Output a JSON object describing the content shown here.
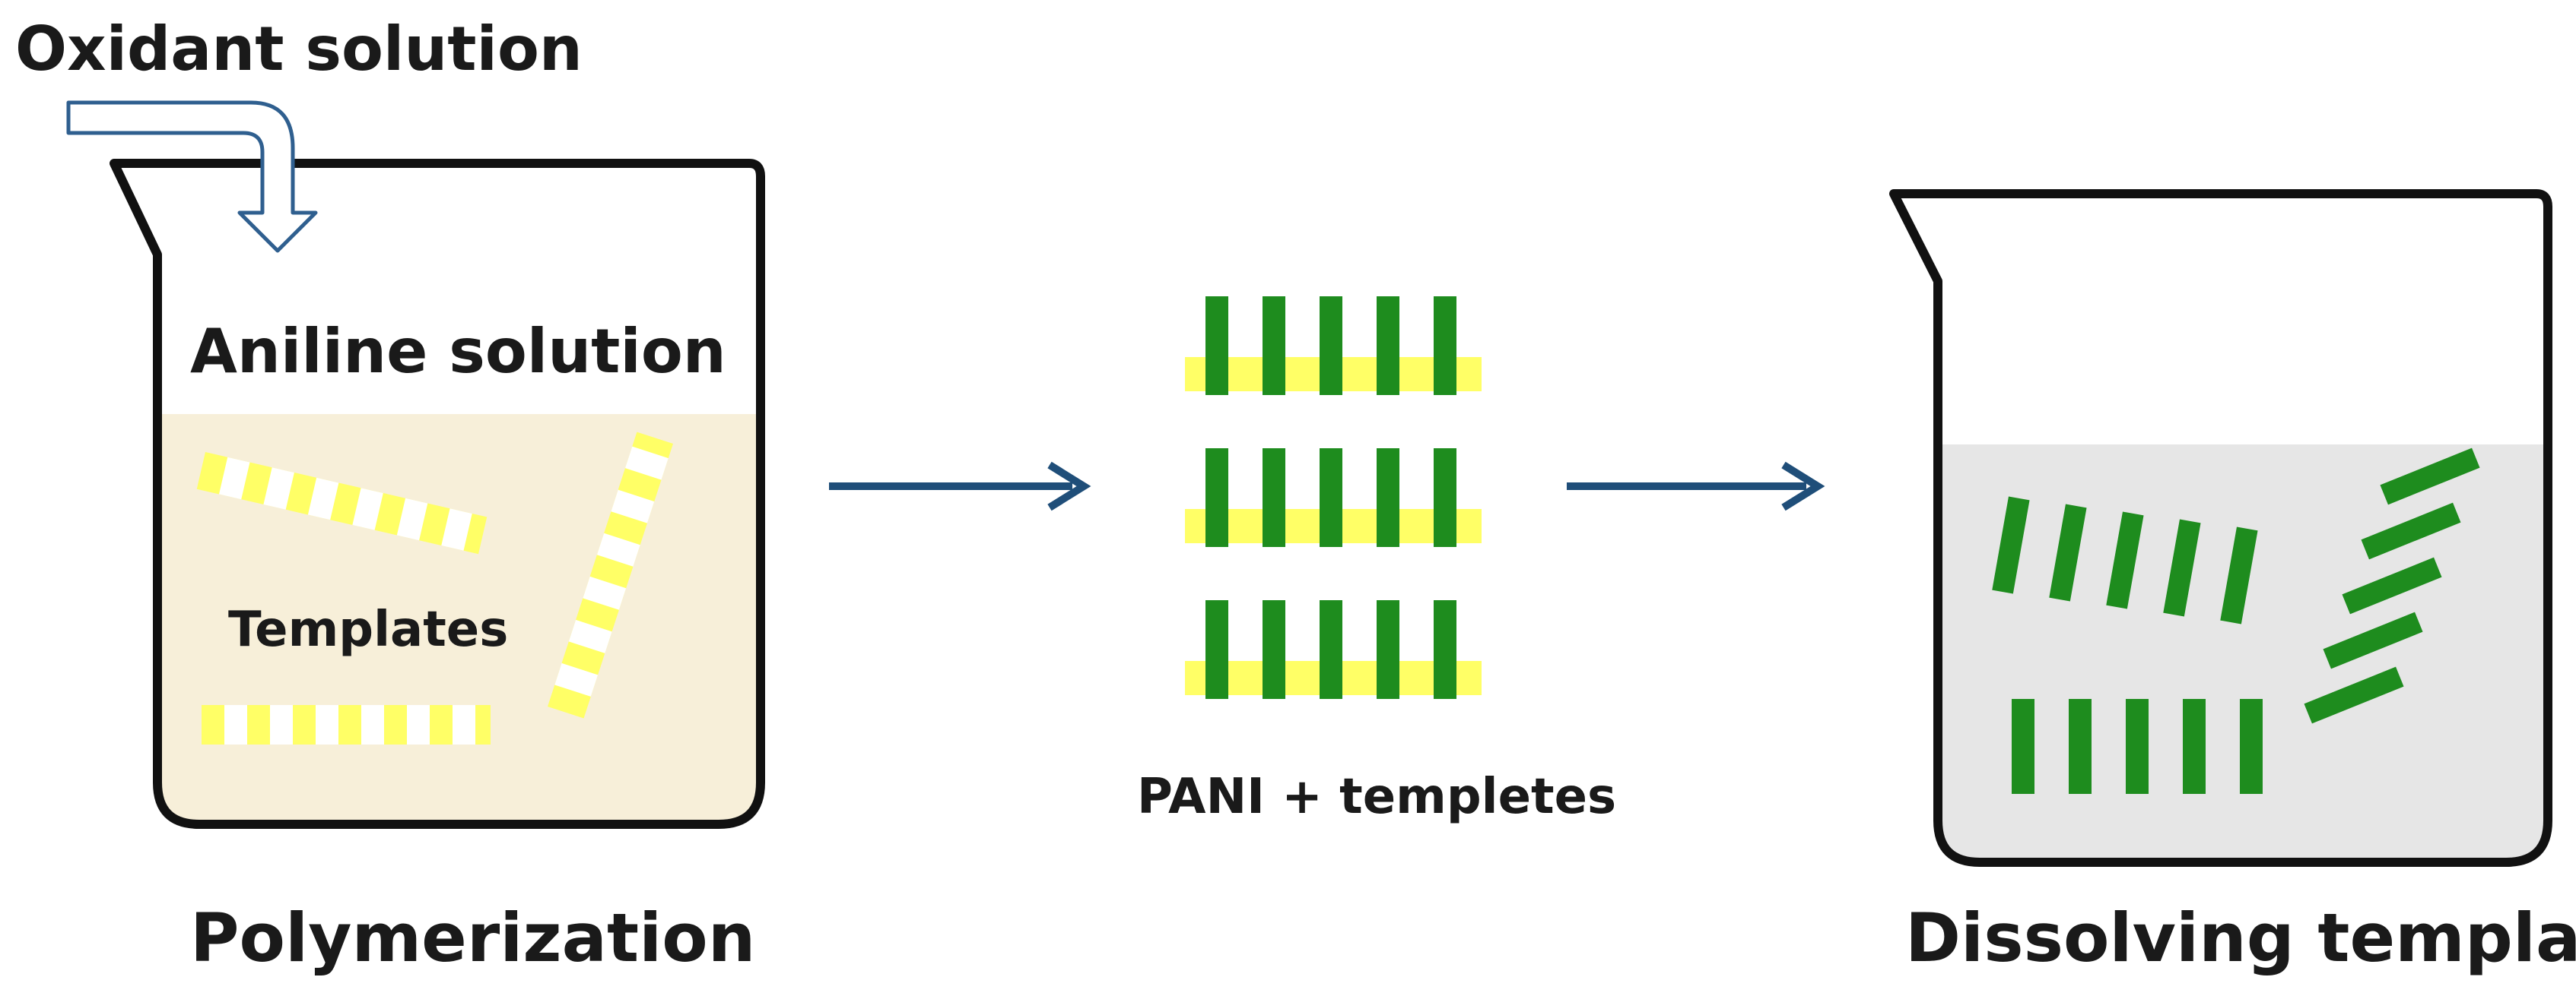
{
  "labels": {
    "oxidant": "Oxidant solution",
    "aniline": "Aniline solution",
    "templates": "Templates",
    "pani": "PANI + templetes",
    "polymerization": "Polymerization",
    "dissolving": "Dissolving template"
  },
  "colors": {
    "outline": "#111111",
    "reaction_liquid": "#f7efd9",
    "dissolve_liquid": "#e6e6e6",
    "template_yellow": "#ffff66",
    "template_light": "#ffffd0",
    "pani_green": "#1e8c1e",
    "process_arrow": "#1f4e79",
    "pour_arrow": "#2f5f8f"
  },
  "icons": [
    "pour-arrow-icon",
    "process-arrow-icon"
  ]
}
